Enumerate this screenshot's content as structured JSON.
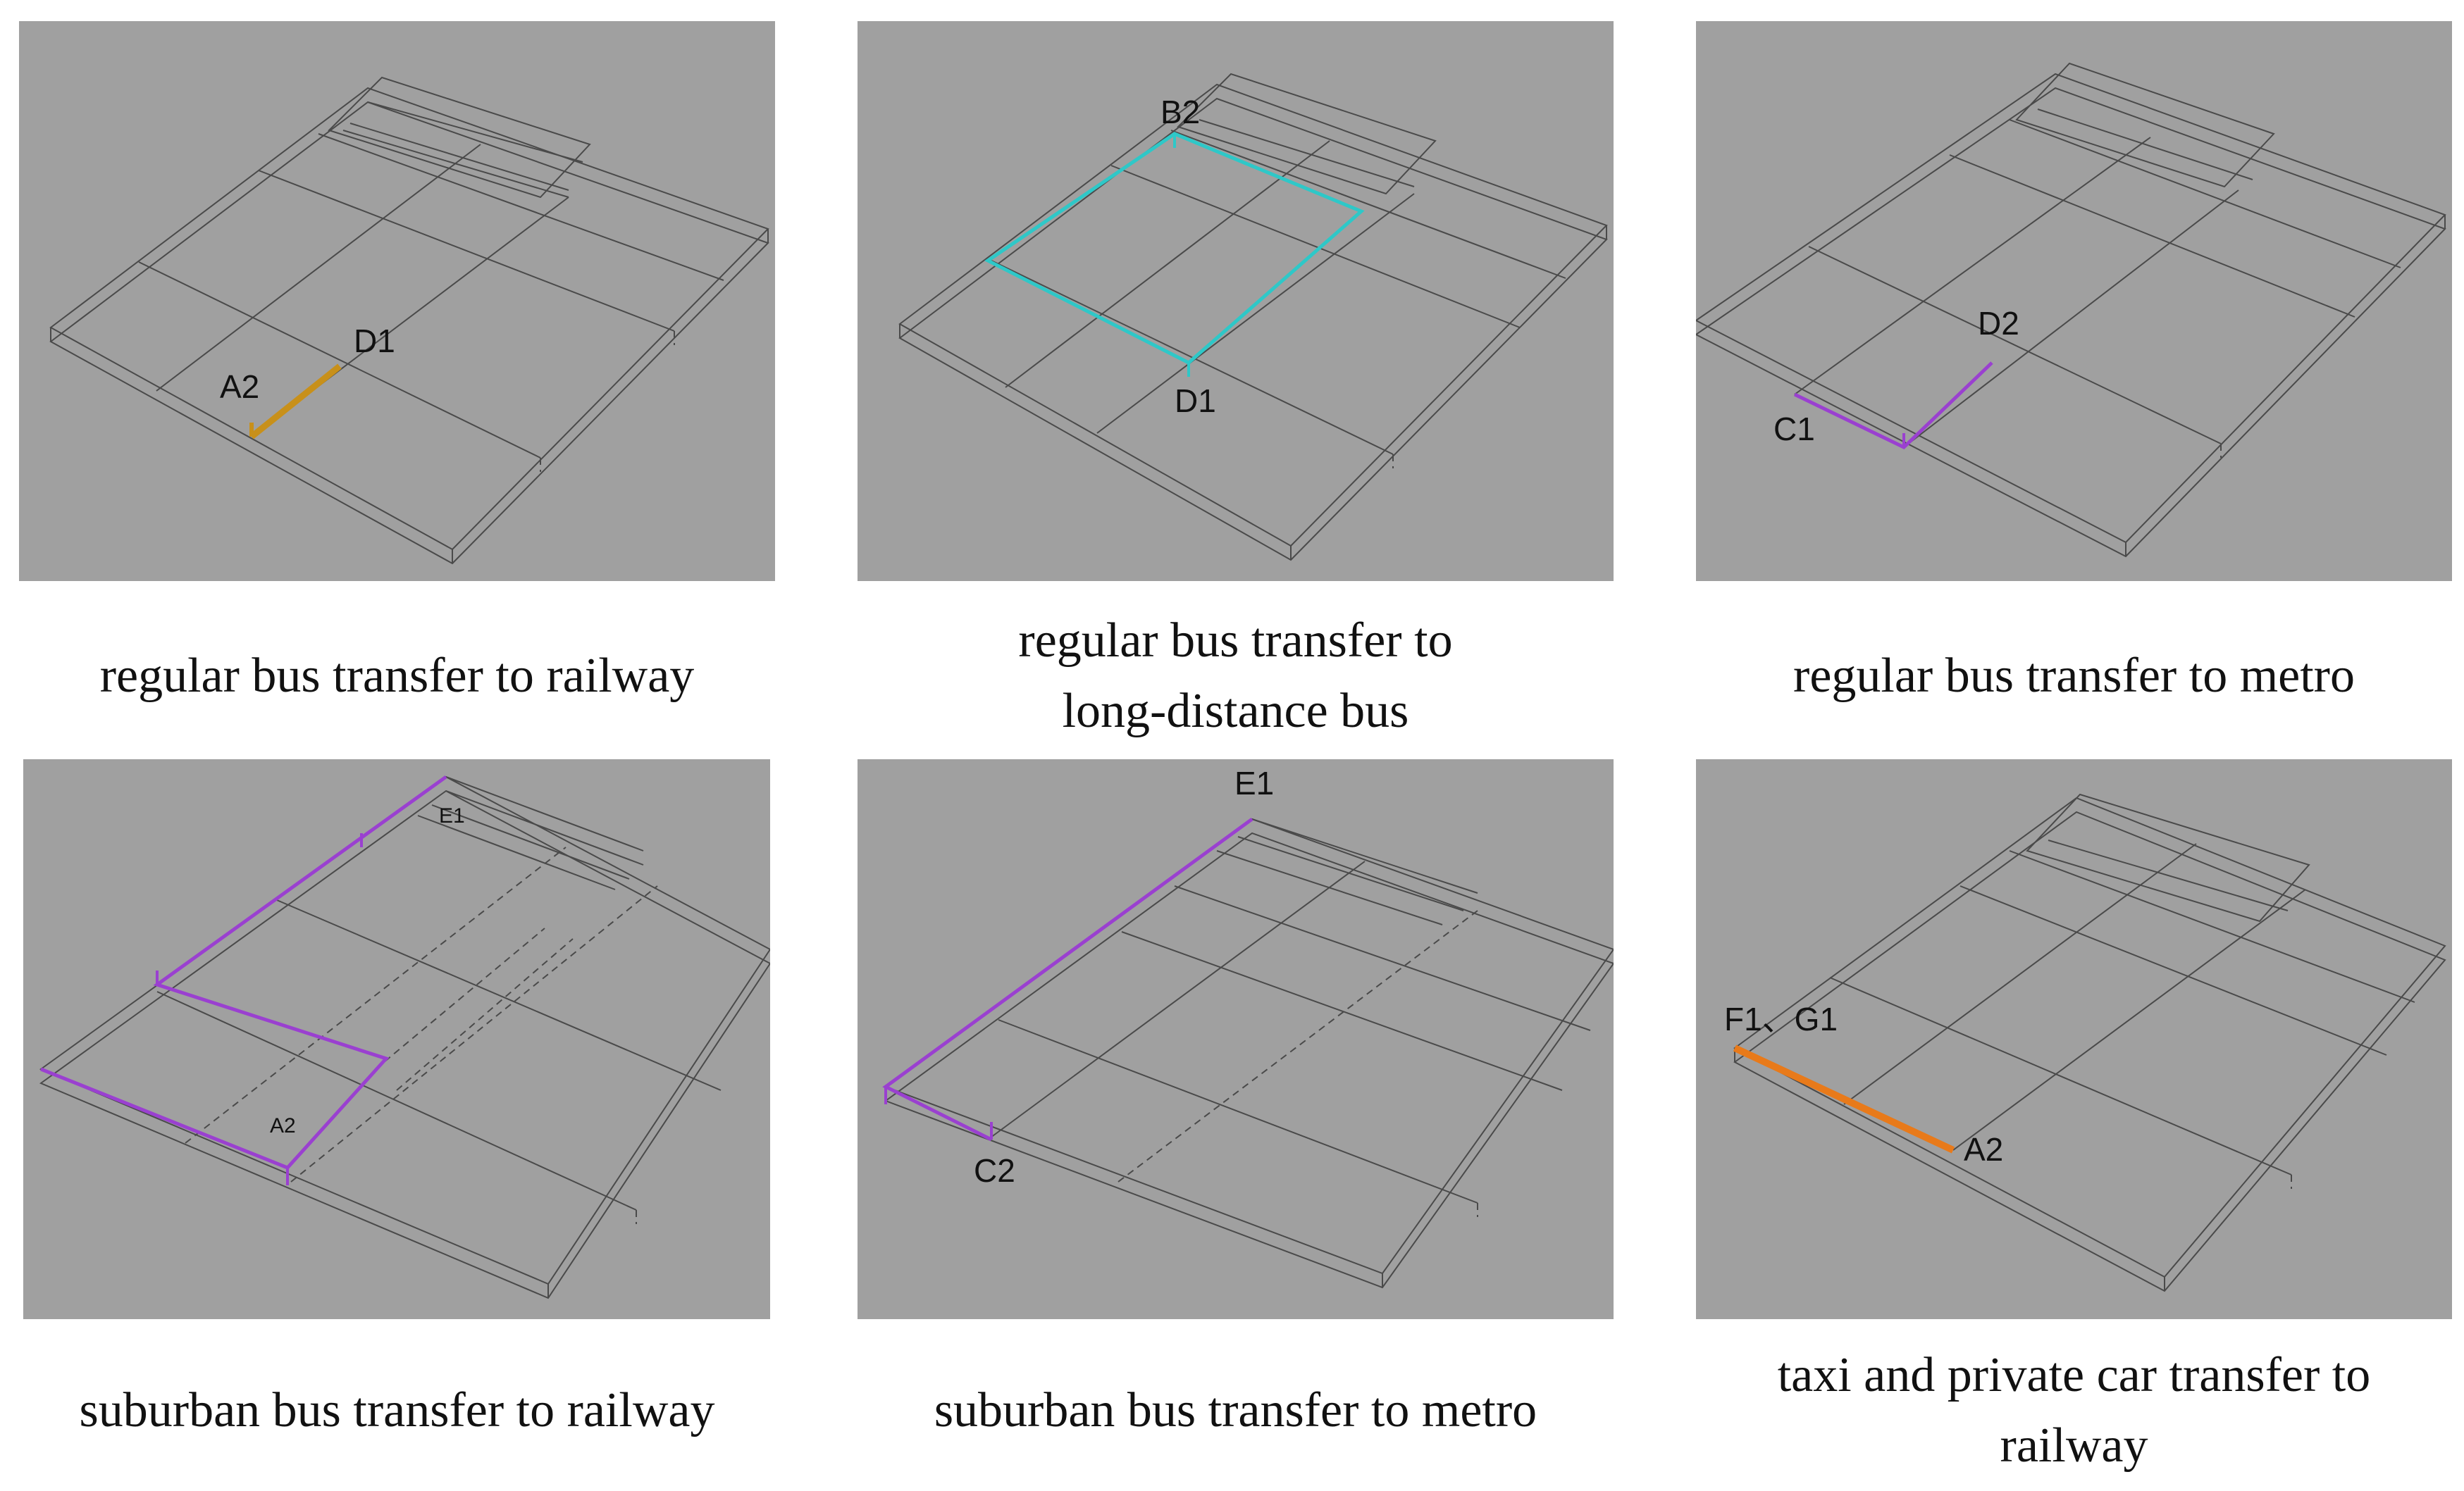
{
  "colors": {
    "panel_bg": "#a0a0a0",
    "wire": "#4a4a4a",
    "route_railway_regular": "#c8901a",
    "route_long_distance": "#2ec8c8",
    "route_metro": "#9a40d0",
    "route_taxi": "#e87a1a"
  },
  "panels": [
    {
      "route_color": "#c8901a",
      "labels": [
        "A2",
        "D1"
      ],
      "caption": [
        "regular bus transfer to railway"
      ]
    },
    {
      "route_color": "#2ec8c8",
      "labels": [
        "B2",
        "D1"
      ],
      "caption": [
        "regular bus transfer to",
        "long-distance bus"
      ]
    },
    {
      "route_color": "#9a40d0",
      "labels": [
        "C1",
        "D2"
      ],
      "caption": [
        "regular bus transfer to metro"
      ]
    },
    {
      "route_color": "#9a40d0",
      "labels": [
        "E1",
        "A2"
      ],
      "caption": [
        "suburban bus transfer to railway"
      ]
    },
    {
      "route_color": "#9a40d0",
      "labels": [
        "E1",
        "C2"
      ],
      "caption": [
        "suburban bus transfer to metro"
      ]
    },
    {
      "route_color": "#e87a1a",
      "labels": [
        "F1、G1",
        "A2"
      ],
      "caption": [
        "taxi and private car transfer to",
        "railway"
      ]
    }
  ]
}
